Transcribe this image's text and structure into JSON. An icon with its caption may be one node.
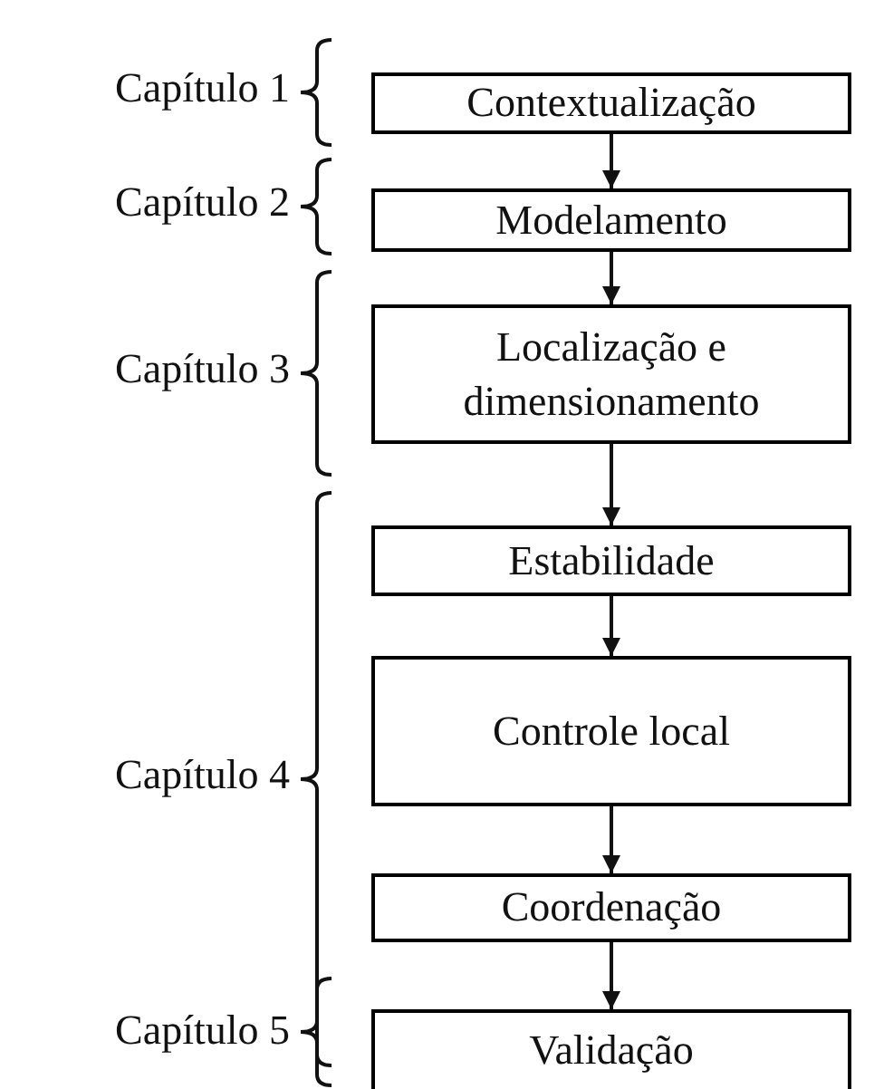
{
  "diagram": {
    "nodes": [
      {
        "text": [
          "Contextualização"
        ]
      },
      {
        "text": [
          "Modelamento"
        ]
      },
      {
        "text": [
          "Localização e dimensionamento"
        ]
      },
      {
        "text": [
          "Estabilidade"
        ]
      },
      {
        "text": [
          "Controle local"
        ]
      },
      {
        "text": [
          "Coordenação"
        ]
      },
      {
        "text": [
          "Validação"
        ]
      }
    ],
    "edges": [
      {
        "from": 0,
        "to": 1,
        "arrow": "to"
      },
      {
        "from": 1,
        "to": 2,
        "arrow": "to"
      },
      {
        "from": 2,
        "to": 3,
        "arrow": "to"
      },
      {
        "from": 3,
        "to": 4,
        "arrow": "to"
      },
      {
        "from": 4,
        "to": 5,
        "arrow": "to"
      },
      {
        "from": 5,
        "to": 6,
        "arrow": "to"
      }
    ],
    "labels": [
      "Capítulo 1",
      "Capítulo 2",
      "Capítulo 3",
      "Capítulo 4",
      "Capítulo 5"
    ]
  }
}
